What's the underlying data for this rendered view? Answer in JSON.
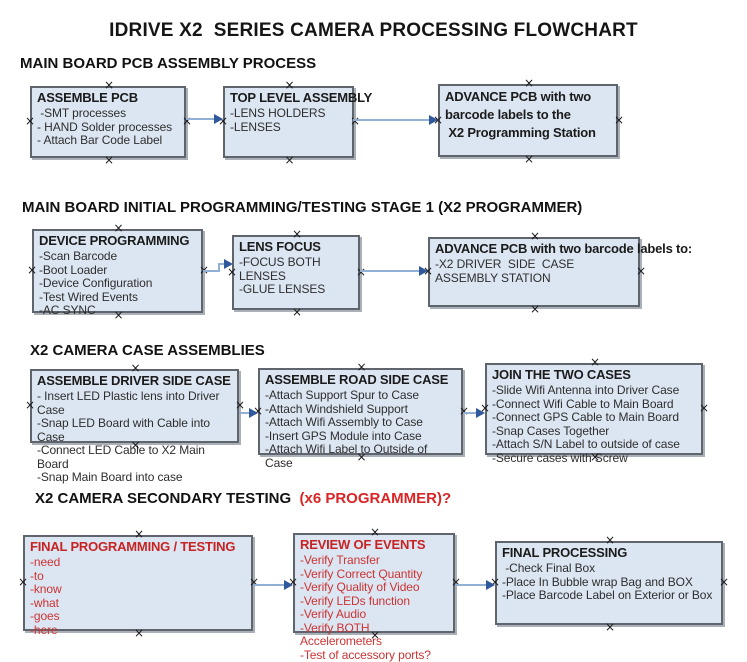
{
  "title": "IDRIVE X2  SERIES CAMERA PROCESSING FLOWCHART",
  "colors": {
    "box_fill": "#dce6f2",
    "box_border": "#60656d",
    "arrow_line": "#92afd4",
    "arrow_head": "#30599b",
    "red_text": "#c82323"
  },
  "sections": [
    {
      "header": "MAIN BOARD PCB ASSEMBLY PROCESS",
      "boxes": [
        {
          "title": "ASSEMBLE PCB",
          "items": [
            " -SMT processes",
            "- HAND Solder processes",
            "- Attach Bar Code Label"
          ]
        },
        {
          "title": "TOP LEVEL ASSEMBLY",
          "items": [
            "-LENS HOLDERS",
            "-LENSES"
          ]
        },
        {
          "title": "ADVANCE PCB with two barcode labels to the\n X2 Programming Station",
          "items": []
        }
      ]
    },
    {
      "header": "MAIN BOARD INITIAL PROGRAMMING/TESTING STAGE 1 (X2 PROGRAMMER)",
      "boxes": [
        {
          "title": "DEVICE PROGRAMMING",
          "items": [
            "-Scan Barcode",
            "-Boot Loader",
            "-Device Configuration",
            "-Test Wired Events",
            "-AC SYNC"
          ]
        },
        {
          "title": "LENS FOCUS",
          "items": [
            "-FOCUS BOTH LENSES",
            "-GLUE LENSES"
          ]
        },
        {
          "title": "ADVANCE PCB with two barcode labels to:",
          "items": [
            "-X2 DRIVER  SIDE  CASE  ASSEMBLY STATION"
          ]
        }
      ]
    },
    {
      "header": "X2 CAMERA CASE ASSEMBLIES",
      "boxes": [
        {
          "title": "ASSEMBLE DRIVER SIDE CASE",
          "items": [
            "- Insert LED Plastic lens into Driver Case",
            "-Snap LED Board with Cable into Case",
            "-Connect LED Cable to X2 Main Board",
            "-Snap Main Board into case"
          ]
        },
        {
          "title": "ASSEMBLE ROAD SIDE CASE",
          "items": [
            "-Attach Support Spur to Case",
            "-Attach Windshield Support",
            "-Attach Wifi Assembly to Case",
            "-Insert GPS Module into Case",
            "-Attach Wifi Label to Outside of Case"
          ]
        },
        {
          "title": "JOIN THE TWO CASES",
          "items": [
            "-Slide Wifi Antenna into Driver Case",
            "-Connect Wifi Cable to Main Board",
            "-Connect GPS Cable to Main Board",
            "-Snap Cases Together",
            "-Attach S/N Label to outside of case",
            "-Secure cases with Screw"
          ]
        }
      ]
    },
    {
      "header": "X2 CAMERA SECONDARY TESTING  ",
      "header_red": "(x6 PROGRAMMER)?",
      "boxes": [
        {
          "title": "FINAL PROGRAMMING / TESTING",
          "red": true,
          "items": [
            "-need",
            "-to",
            "-know",
            "-what",
            "-goes",
            "-here"
          ]
        },
        {
          "title": "REVIEW OF EVENTS",
          "red": true,
          "items": [
            "-Verify Transfer",
            "-Verify Correct Quantity",
            "-Verify Quality of Video",
            "-Verify LEDs function",
            "-Verify Audio",
            "-Verify BOTH Accelerometers",
            "-Test of accessory ports?"
          ]
        },
        {
          "title": "FINAL PROCESSING",
          "items": [
            " -Check Final Box",
            "-Place In Bubble wrap Bag and BOX",
            "-Place Barcode Label on Exterior or Box"
          ]
        }
      ]
    }
  ]
}
